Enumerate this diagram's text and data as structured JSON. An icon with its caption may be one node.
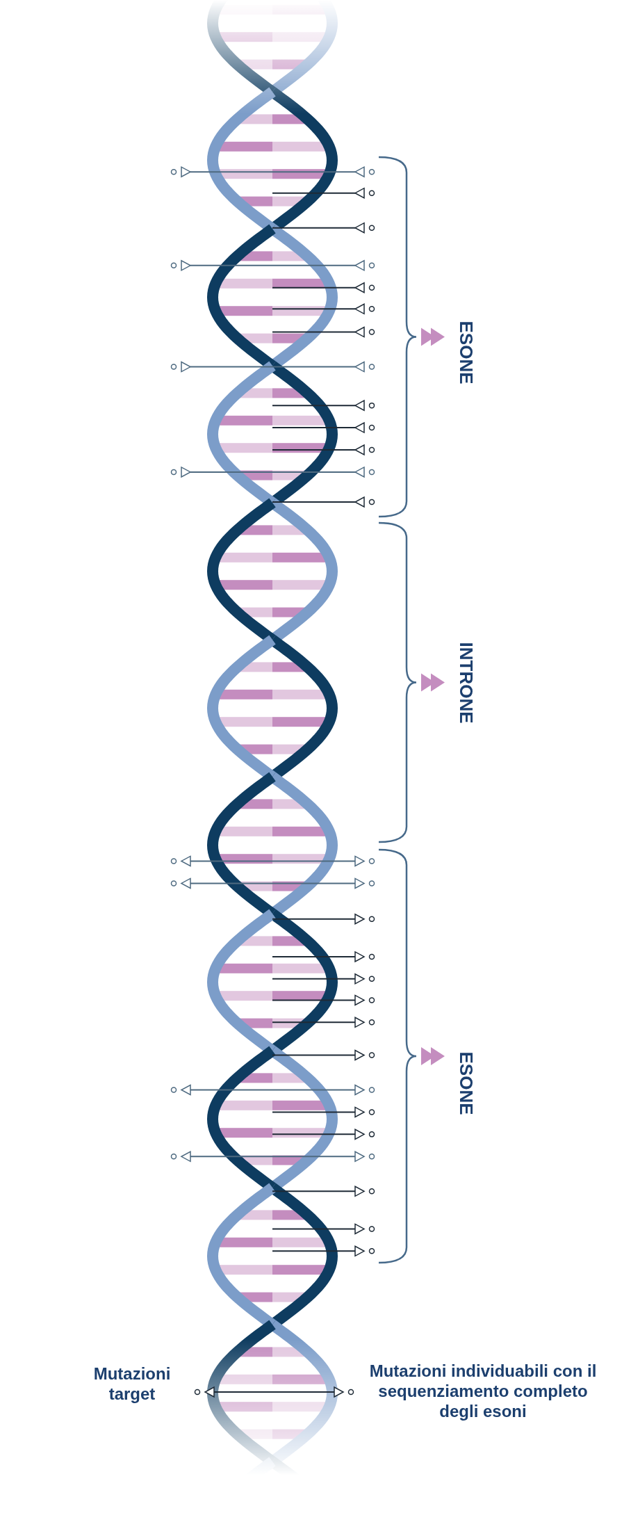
{
  "diagram": {
    "labels": [
      "ESONE",
      "INTRONE",
      "ESONE"
    ],
    "legend": [
      {
        "text": "Mutazioni target"
      },
      {
        "text": "Mutazioni individuabili con il sequenziamento completo degli esoni"
      }
    ]
  }
}
